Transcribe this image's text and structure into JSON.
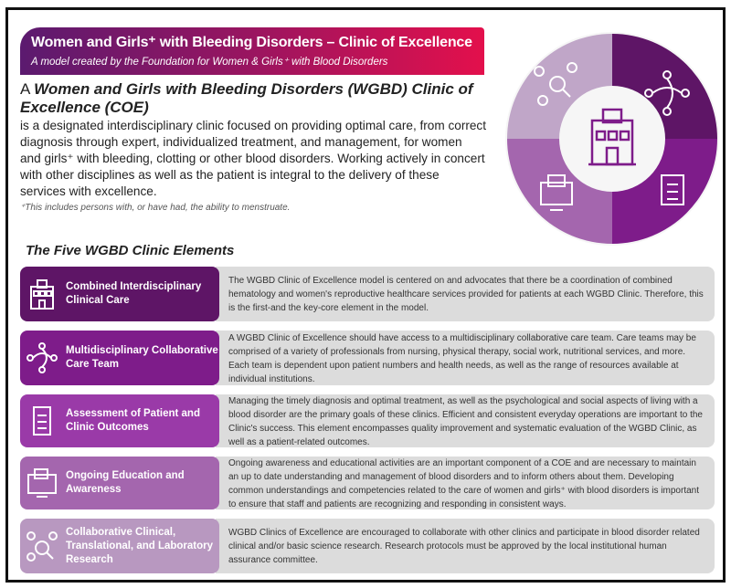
{
  "header": {
    "title": "Women and Girls⁺ with Bleeding Disorders – Clinic of Excellence",
    "subtitle": "A model created by the Foundation for Women & Girls⁺ with Blood Disorders"
  },
  "intro": {
    "lead": "A ",
    "heading": "Women and Girls with Bleeding Disorders (WGBD) Clinic of Excellence (COE)",
    "body": "is a designated interdisciplinary clinic focused on providing optimal care, from correct diagnosis through expert, individualized treatment, and management, for women and girls⁺ with bleeding, clotting or other blood disorders. Working actively in concert with other disciplines as well as the patient is integral to the delivery of these services with excellence.",
    "footnote": "⁺This includes persons with, or have had, the ability to menstruate."
  },
  "section_title": "The Five WGBD Clinic Elements",
  "colors": {
    "q1": "#5e1566",
    "q2": "#7e1c8a",
    "q3": "#a466ae",
    "q4": "#c0a6c8"
  },
  "elements": [
    {
      "title": "Combined Interdisciplinary Clinical Care",
      "icon": "hospital-icon",
      "color": "#5e1566",
      "text": "The WGBD Clinic of Excellence model is centered on and advocates that there be a coordination of combined hematology and women's reproductive healthcare services provided for patients at each WGBD Clinic. Therefore, this is the first-and the key-core element in the model."
    },
    {
      "title": "Multidisciplinary Collaborative Care Team",
      "icon": "team-network-icon",
      "color": "#7e1c8a",
      "text": "A WGBD Clinic of Excellence should have access to a multidisciplinary collaborative care team. Care teams may be comprised of a variety of professionals from nursing, physical therapy, social work, nutritional services, and more. Each team is dependent upon patient numbers and health needs, as well as the range of resources available at individual institutions."
    },
    {
      "title": "Assessment of Patient and Clinic Outcomes",
      "icon": "clipboard-icon",
      "color": "#9a3aa8",
      "text": "Managing the timely diagnosis and optimal treatment, as well as the psychological and social aspects of living with a blood disorder are the primary goals of these clinics. Efficient and consistent everyday operations are important to the Clinic's success. This element encompasses quality improvement and systematic evaluation of the WGBD Clinic, as well as a patient-related outcomes."
    },
    {
      "title": "Ongoing Education and Awareness",
      "icon": "computer-education-icon",
      "color": "#a466ae",
      "text": "Ongoing awareness and educational activities are an important component of a COE and are necessary to maintain an up to date understanding and management of blood disorders and to inform others about them. Developing common understandings and competencies related to the care of women and girls⁺ with blood disorders is important to ensure that staff and patients are recognizing and responding in consistent ways."
    },
    {
      "title": "Collaborative Clinical, Translational, and Laboratory Research",
      "icon": "research-icon",
      "color": "#b898c0",
      "text": "WGBD Clinics of Excellence are encouraged to collaborate with other clinics and participate in blood disorder related clinical and/or basic science research. Research protocols must be approved by the local institutional human assurance committee."
    }
  ]
}
